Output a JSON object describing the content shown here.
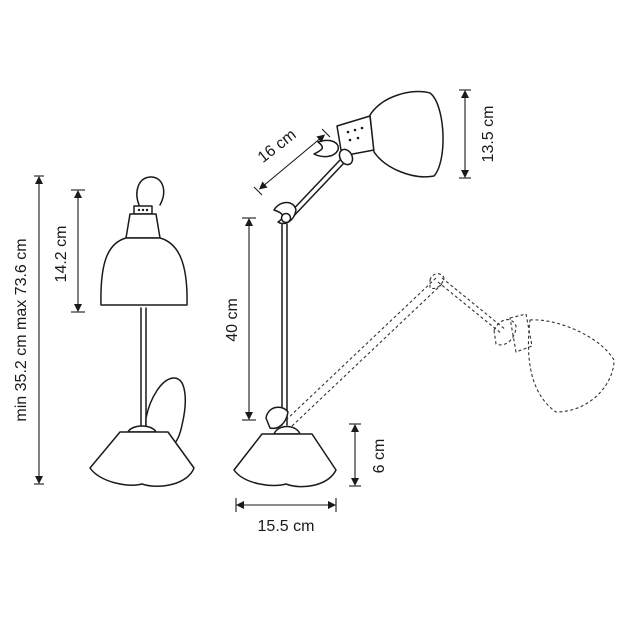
{
  "dimensions": {
    "overall_height": "min 35.2 cm max 73.6 cm",
    "shade_height": "14.2 cm",
    "upper_arm": "16 cm",
    "head_height": "13.5 cm",
    "lower_arm": "40 cm",
    "base_height": "6 cm",
    "base_width": "15.5 cm"
  }
}
